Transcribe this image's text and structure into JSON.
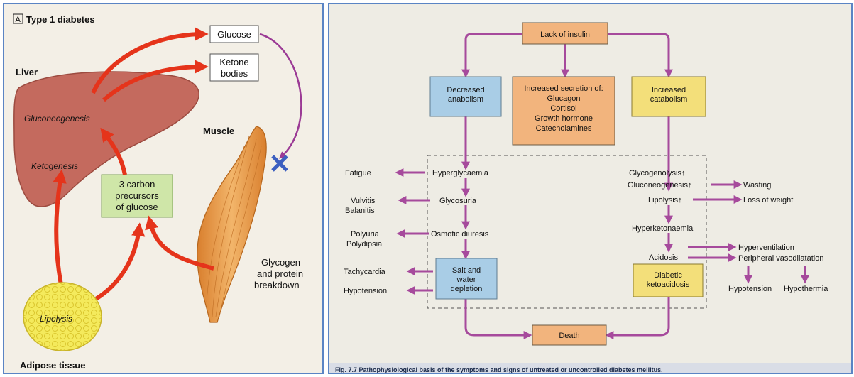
{
  "left": {
    "panel_letter": "A",
    "title": "Type 1 diabetes",
    "liver": "Liver",
    "gluconeogenesis": "Gluconeogenesis",
    "ketogenesis": "Ketogenesis",
    "glucose": "Glucose",
    "ketone_1": "Ketone",
    "ketone_2": "bodies",
    "muscle": "Muscle",
    "precursors_1": "3 carbon",
    "precursors_2": "precursors",
    "precursors_3": "of glucose",
    "glycogen_1": "Glycogen",
    "glycogen_2": "and protein",
    "glycogen_3": "breakdown",
    "lipolysis": "Lipolysis",
    "adipose": "Adipose tissue"
  },
  "right": {
    "lack_insulin": "Lack of insulin",
    "decreased_1": "Decreased",
    "decreased_2": "anabolism",
    "secretion_1": "Increased secretion of:",
    "secretion_2": "Glucagon",
    "secretion_3": "Cortisol",
    "secretion_4": "Growth hormone",
    "secretion_5": "Catecholamines",
    "increased_1": "Increased",
    "increased_2": "catabolism",
    "fatigue": "Fatigue",
    "hyperglycaemia": "Hyperglycaemia",
    "vulvitis": "Vulvitis",
    "balanitis": "Balanitis",
    "glycosuria": "Glycosuria",
    "polyuria": "Polyuria",
    "polydipsia": "Polydipsia",
    "osmotic": "Osmotic diuresis",
    "tachycardia": "Tachycardia",
    "hypotension_l": "Hypotension",
    "salt_1": "Salt and",
    "salt_2": "water",
    "salt_3": "depletion",
    "glycogenolysis": "Glycogenolysis↑",
    "gluconeogenesis": "Gluconeogenesis↑",
    "wasting": "Wasting",
    "lipolysis": "Lipolysis↑",
    "loss_weight": "Loss of weight",
    "hyperketonaemia": "Hyperketonaemia",
    "acidosis": "Acidosis",
    "hyperventilation": "Hyperventilation",
    "vasodilatation": "Peripheral vasodilatation",
    "dka_1": "Diabetic",
    "dka_2": "ketoacidosis",
    "hypotension_r": "Hypotension",
    "hypothermia": "Hypothermia",
    "death": "Death",
    "caption": "Fig. 7.7   Pathophysiological basis of the symptoms and signs of untreated or uncontrolled diabetes mellitus."
  },
  "colors": {
    "orange_box": "#f2b47d",
    "blue_box": "#a9cde6",
    "yellow_box": "#f3df7a",
    "arrow_purple": "#a64a9c",
    "arrow_red": "#e5341b",
    "liver": "#c86a5f",
    "muscle": "#e39a4a",
    "fat": "#f1e64c"
  }
}
